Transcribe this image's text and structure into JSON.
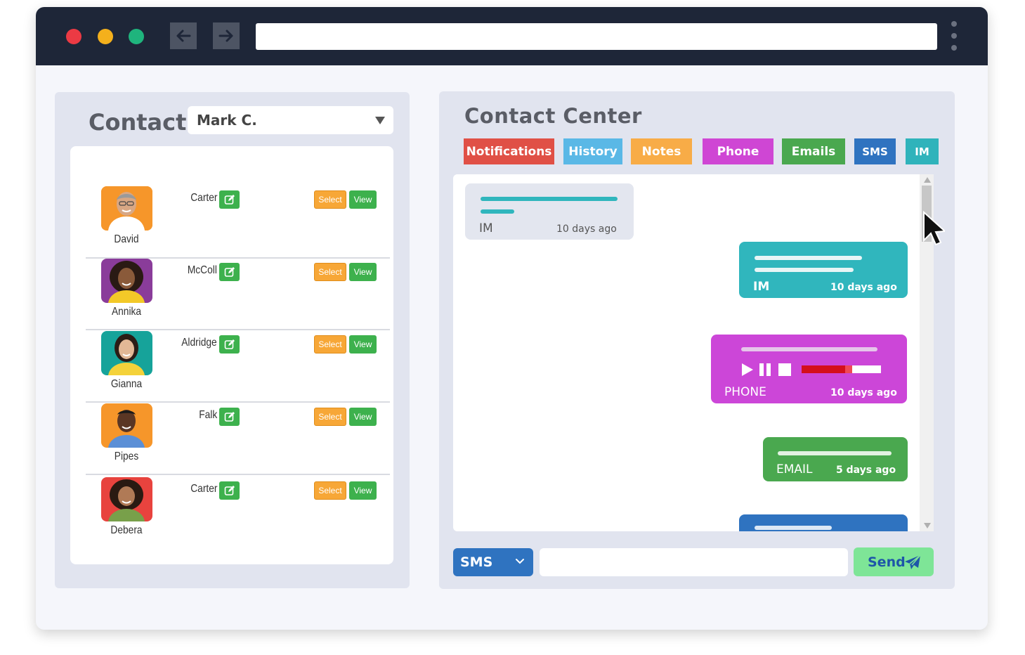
{
  "browser": {
    "back_icon": "arrow-left-icon",
    "forward_icon": "arrow-right-icon",
    "url": "",
    "menu_icon": "kebab-menu-icon"
  },
  "contact_panel": {
    "title": "Contact",
    "selected_contact": "Mark C.",
    "contacts": [
      {
        "first": "David",
        "last": "Carter",
        "select_label": "Select",
        "view_label": "View"
      },
      {
        "first": "Annika",
        "last": "McColl",
        "select_label": "Select",
        "view_label": "View"
      },
      {
        "first": "Gianna",
        "last": "Aldridge",
        "select_label": "Select",
        "view_label": "View"
      },
      {
        "first": "Pipes",
        "last": "Falk",
        "select_label": "Select",
        "view_label": "View"
      },
      {
        "first": "Debera",
        "last": "Carter",
        "select_label": "Select",
        "view_label": "View"
      }
    ]
  },
  "contact_center": {
    "title": "Contact Center",
    "tabs": [
      {
        "label": "Notifications",
        "color": "#e05046"
      },
      {
        "label": "History",
        "color": "#5ab8e6"
      },
      {
        "label": "Notes",
        "color": "#f8ac47"
      },
      {
        "label": "Phone",
        "color": "#cf46d4"
      },
      {
        "label": "Emails",
        "color": "#4aa84f"
      },
      {
        "label": "SMS",
        "color": "#2f73c0"
      },
      {
        "label": "IM",
        "color": "#2fb3bb"
      }
    ],
    "messages": [
      {
        "type": "IM",
        "time": "10 days ago",
        "color": "#e3e6ef"
      },
      {
        "type": "IM",
        "time": "10 days ago",
        "color": "#30b6bd"
      },
      {
        "type": "PHONE",
        "time": "10 days ago",
        "color": "#cc46d8"
      },
      {
        "type": "EMAIL",
        "time": "5 days ago",
        "color": "#4aa84f"
      },
      {
        "type": "",
        "time": "",
        "color": "#2f73c0"
      }
    ],
    "composer": {
      "channel": "SMS",
      "message_value": "",
      "send_label": "Send"
    }
  }
}
